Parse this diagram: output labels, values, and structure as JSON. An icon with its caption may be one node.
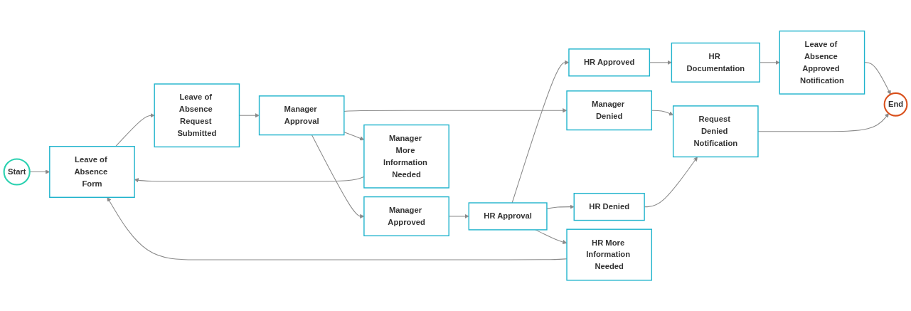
{
  "diagram": {
    "nodes": [
      {
        "text": [
          "Start"
        ]
      },
      {
        "text": [
          "Leave of Absence Form"
        ]
      },
      {
        "text": [
          "Leave of Absence Request Submitted"
        ]
      },
      {
        "text": [
          "Manager Approval"
        ]
      },
      {
        "text": [
          "Manager Approved"
        ]
      },
      {
        "text": [
          "Manager Denied"
        ]
      },
      {
        "text": [
          "Manager More Information Needed"
        ]
      },
      {
        "text": [
          "HR Approval"
        ]
      },
      {
        "text": [
          "HR Approved"
        ]
      },
      {
        "text": [
          "HR Denied"
        ]
      },
      {
        "text": [
          "HR More Information Needed"
        ]
      },
      {
        "text": [
          "HR Documentation"
        ]
      },
      {
        "text": [
          "Request Denied Notification"
        ]
      },
      {
        "text": [
          "Leave of Absence Approved Notification"
        ]
      },
      {
        "text": [
          "End"
        ]
      }
    ],
    "edges": [
      {
        "from": 0,
        "to": 1,
        "arrow": "to"
      },
      {
        "from": 1,
        "to": 2,
        "arrow": "to"
      },
      {
        "from": 2,
        "to": 3,
        "arrow": "to"
      },
      {
        "from": 3,
        "to": 4,
        "arrow": "to"
      },
      {
        "from": 3,
        "to": 5,
        "arrow": "to"
      },
      {
        "from": 3,
        "to": 6,
        "arrow": "to"
      },
      {
        "from": 4,
        "to": 7,
        "arrow": "to"
      },
      {
        "from": 5,
        "to": 12,
        "arrow": "to"
      },
      {
        "from": 6,
        "to": 1,
        "arrow": "to"
      },
      {
        "from": 7,
        "to": 8,
        "arrow": "to"
      },
      {
        "from": 7,
        "to": 9,
        "arrow": "to"
      },
      {
        "from": 7,
        "to": 10,
        "arrow": "to"
      },
      {
        "from": 10,
        "to": 1,
        "arrow": "to"
      },
      {
        "from": 8,
        "to": 11,
        "arrow": "to"
      },
      {
        "from": 11,
        "to": 13,
        "arrow": "to"
      },
      {
        "from": 9,
        "to": 12,
        "arrow": "to"
      },
      {
        "from": 13,
        "to": 14,
        "arrow": "to"
      },
      {
        "from": 12,
        "to": 14,
        "arrow": "to"
      }
    ]
  }
}
